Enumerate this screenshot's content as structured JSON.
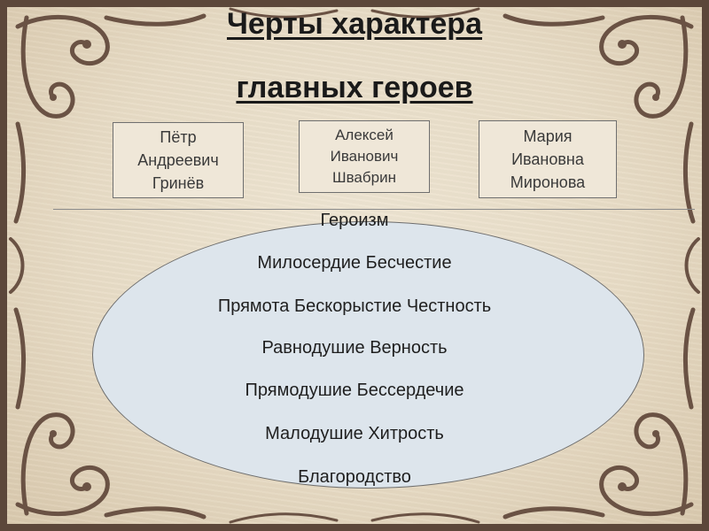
{
  "title": {
    "line1": "Черты характера",
    "line2": "главных героев"
  },
  "heroes": [
    {
      "lines": [
        "Пётр",
        "Андреевич",
        "Гринёв"
      ]
    },
    {
      "lines": [
        "Алексей",
        "Иванович",
        "Швабрин"
      ]
    },
    {
      "lines": [
        "Мария",
        "Ивановна",
        "Миронова"
      ]
    }
  ],
  "traits": [
    "Героизм",
    "Милосердие Бесчестие",
    "Прямота Бескорыстие Честность",
    "Равнодушие Верность",
    "Прямодушие Бессердечие",
    "Малодушие Хитрость",
    "Благородство"
  ],
  "colors": {
    "box_fill": "#efe7d8",
    "ellipse_fill": "#dde5ec",
    "frame_brown": "#6a5244"
  }
}
